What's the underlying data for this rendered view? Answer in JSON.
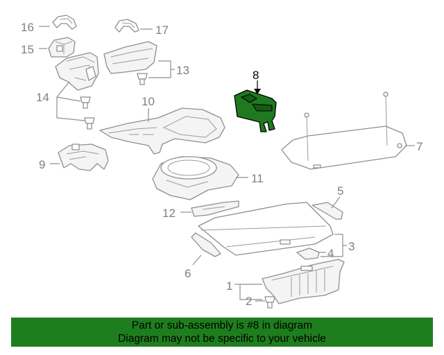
{
  "callouts": {
    "c1": "1",
    "c2": "2",
    "c3": "3",
    "c4": "4",
    "c5": "5",
    "c6": "6",
    "c7": "7",
    "c8": "8",
    "c9": "9",
    "c10": "10",
    "c11": "11",
    "c12": "12",
    "c13": "13",
    "c14": "14",
    "c15": "15",
    "c16": "16",
    "c17": "17"
  },
  "highlight": {
    "part_number": "8",
    "color": "#1f7a1f"
  },
  "banner": {
    "line1": "Part or sub-assembly is #8 in diagram",
    "line2": "Diagram may not be specific to your vehicle",
    "background": "#1e7e1e"
  }
}
